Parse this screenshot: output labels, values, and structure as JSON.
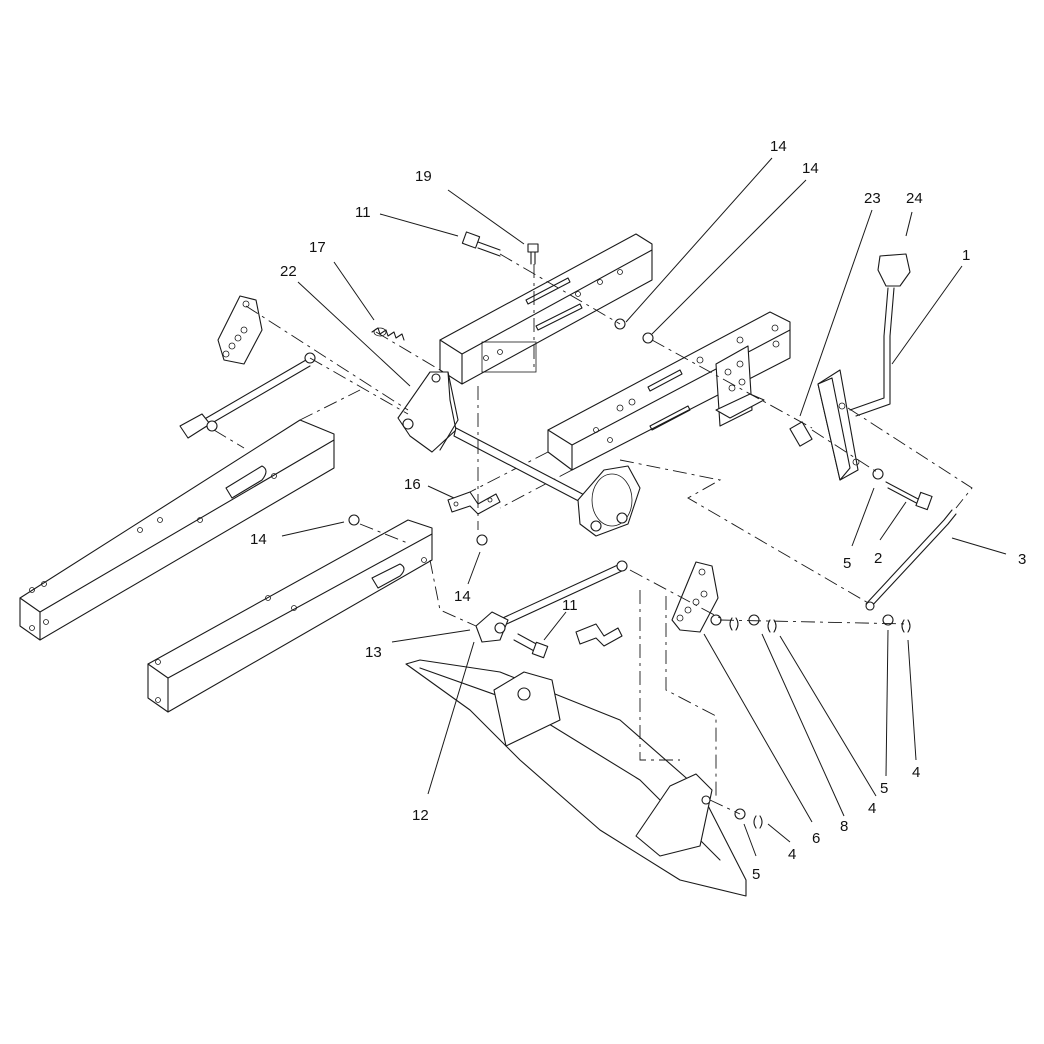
{
  "diagram": {
    "type": "exploded parts diagram",
    "callouts": [
      {
        "id": "c19",
        "text": "19"
      },
      {
        "id": "c11a",
        "text": "11"
      },
      {
        "id": "c17",
        "text": "17"
      },
      {
        "id": "c22",
        "text": "22"
      },
      {
        "id": "c14a",
        "text": "14"
      },
      {
        "id": "c14b",
        "text": "14"
      },
      {
        "id": "c23",
        "text": "23"
      },
      {
        "id": "c24",
        "text": "24"
      },
      {
        "id": "c1",
        "text": "1"
      },
      {
        "id": "c16",
        "text": "16"
      },
      {
        "id": "c14c",
        "text": "14"
      },
      {
        "id": "c14d",
        "text": "14"
      },
      {
        "id": "c11b",
        "text": "11"
      },
      {
        "id": "c13",
        "text": "13"
      },
      {
        "id": "c12",
        "text": "12"
      },
      {
        "id": "c5a",
        "text": "5"
      },
      {
        "id": "c2",
        "text": "2"
      },
      {
        "id": "c3",
        "text": "3"
      },
      {
        "id": "c5b",
        "text": "5"
      },
      {
        "id": "c4a",
        "text": "4"
      },
      {
        "id": "c4b",
        "text": "4"
      },
      {
        "id": "c8",
        "text": "8"
      },
      {
        "id": "c6",
        "text": "6"
      },
      {
        "id": "c4c",
        "text": "4"
      },
      {
        "id": "c5c",
        "text": "5"
      }
    ]
  }
}
